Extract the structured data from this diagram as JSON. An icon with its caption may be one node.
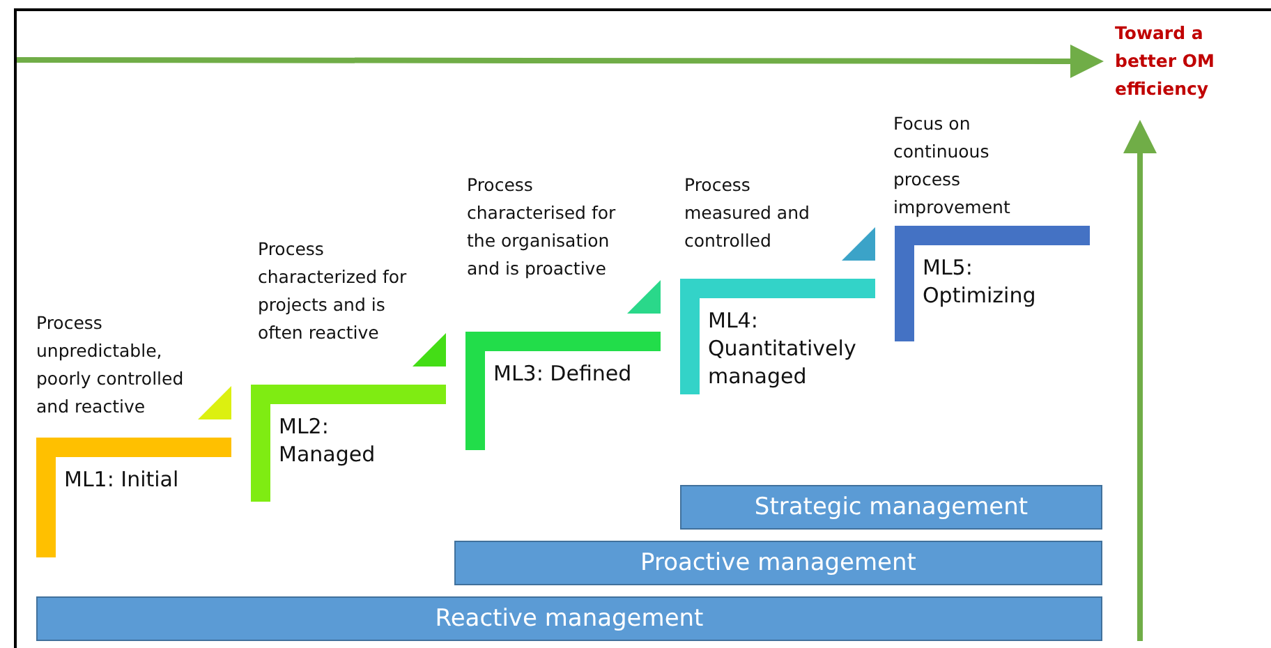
{
  "diagram": {
    "nodes": [
      {
        "text": [
          "ML1: Initial"
        ],
        "beside": [
          "Process unpredictable, poorly controlled and reactive"
        ]
      },
      {
        "text": [
          "ML2: Managed"
        ],
        "beside": [
          "Process characterized for projects and is often reactive"
        ]
      },
      {
        "text": [
          "ML3: Defined"
        ],
        "beside": [
          "Process characterised for the organisation and is proactive"
        ]
      },
      {
        "text": [
          "ML4: Quantitatively managed"
        ],
        "beside": [
          "Process measured and controlled"
        ]
      },
      {
        "text": [
          "ML5: Optimizing"
        ],
        "beside": [
          "Focus on continuous process improvement"
        ]
      },
      {
        "text": [
          "Strategic management"
        ]
      },
      {
        "text": [
          "Proactive management"
        ]
      },
      {
        "text": [
          "Reactive management"
        ]
      }
    ],
    "labels": [
      "Toward a better OM efficiency"
    ]
  }
}
